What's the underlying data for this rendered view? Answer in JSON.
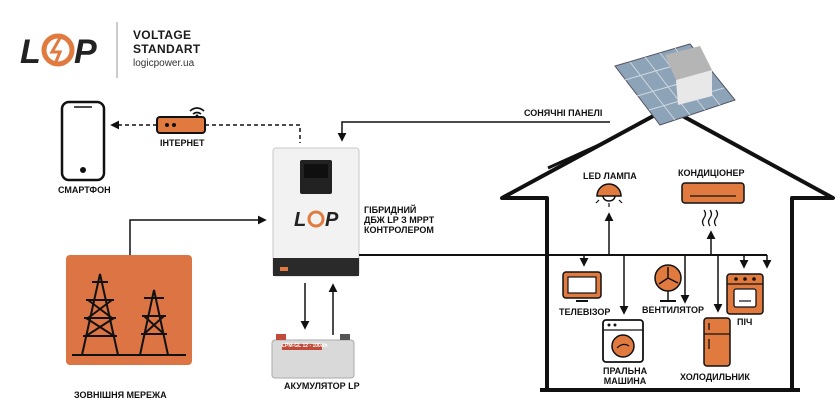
{
  "brand": {
    "logo_text": "LP",
    "name_line1": "VOLTAGE",
    "name_line2": "STANDART",
    "site": "logicpower.ua"
  },
  "labels": {
    "smartphone": "СМАРТФОН",
    "internet": "ІНТЕРНЕТ",
    "solar_panels": "СОНЯЧНІ ПАНЕЛІ",
    "inverter_line1": "ГІБРИДНИЙ",
    "inverter_line2": "ДБЖ LP З MPPT",
    "inverter_line3": "КОНТРОЛЕРОМ",
    "grid": "ЗОВНІШНЯ МЕРЕЖА",
    "battery": "АКУМУЛЯТОР LP",
    "battery_print": "LPM-GL 12 - 100Ah",
    "led_lamp": "LED ЛАМПА",
    "air_conditioner": "КОНДИЦІОНЕР",
    "tv": "ТЕЛЕВІЗОР",
    "fan": "ВЕНТИЛЯТОР",
    "stove": "ПІЧ",
    "washer_line1": "ПРАЛЬНА",
    "washer_line2": "МАШИНА",
    "fridge": "ХОЛОДИЛЬНИК"
  },
  "colors": {
    "accent": "#e07a3f",
    "line": "#111111",
    "grid_fill": "#dc7443"
  }
}
